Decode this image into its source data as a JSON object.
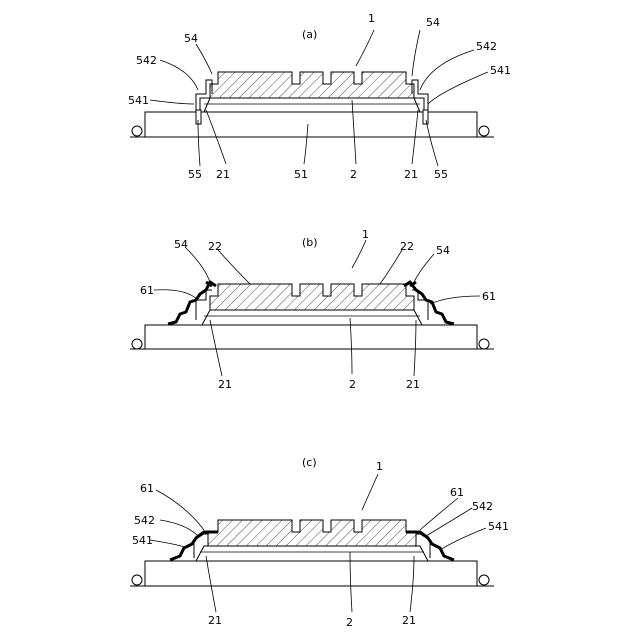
{
  "figures": [
    {
      "caption": "(a)",
      "labels": [
        "1",
        "54",
        "54",
        "542",
        "542",
        "541",
        "541",
        "55",
        "21",
        "51",
        "2",
        "21",
        "55"
      ]
    },
    {
      "caption": "(b)",
      "labels": [
        "1",
        "54",
        "22",
        "22",
        "54",
        "61",
        "61",
        "21",
        "2",
        "21"
      ]
    },
    {
      "caption": "(c)",
      "labels": [
        "1",
        "61",
        "61",
        "542",
        "542",
        "541",
        "541",
        "21",
        "2",
        "21"
      ]
    }
  ]
}
